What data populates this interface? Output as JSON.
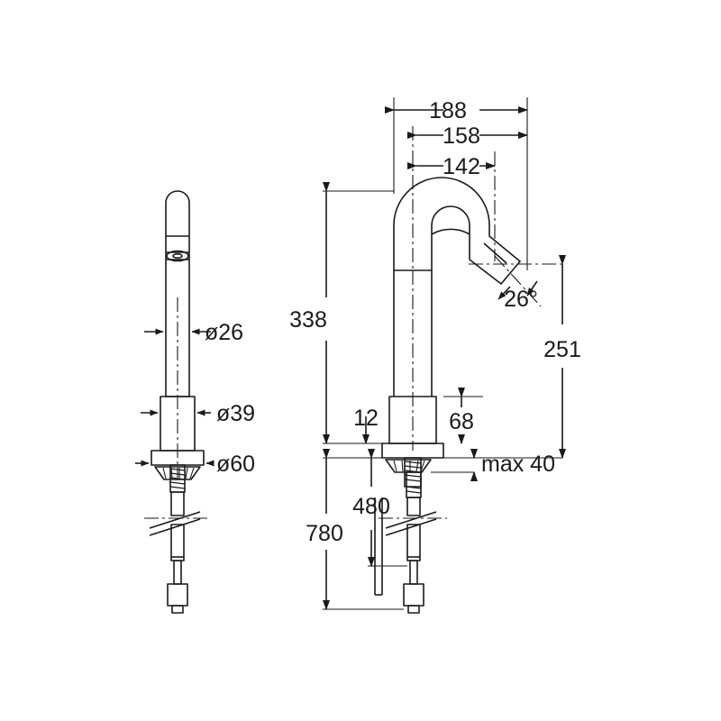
{
  "drawing": {
    "type": "technical-dimension-drawing",
    "subject": "single-lever basin mixer tap, gooseneck spout",
    "background_color": "#ffffff",
    "line_color": "#1a1a1a",
    "units": "mm",
    "views": [
      {
        "id": "side-view",
        "name": "side view (left)"
      },
      {
        "id": "front-view",
        "name": "front view (right)"
      }
    ]
  },
  "dimensions": {
    "diameter_spout": "ø26",
    "diameter_body": "ø39",
    "diameter_base": "ø60",
    "width_total": "188",
    "width_mid": "158",
    "width_inner": "142",
    "height_spout": "338",
    "height_outlet": "251",
    "deck_thickness_max": "max 40",
    "flange_height": "12",
    "base_height": "68",
    "hose_length_short": "480",
    "hose_length_total": "780",
    "outlet_angle": "26°"
  }
}
